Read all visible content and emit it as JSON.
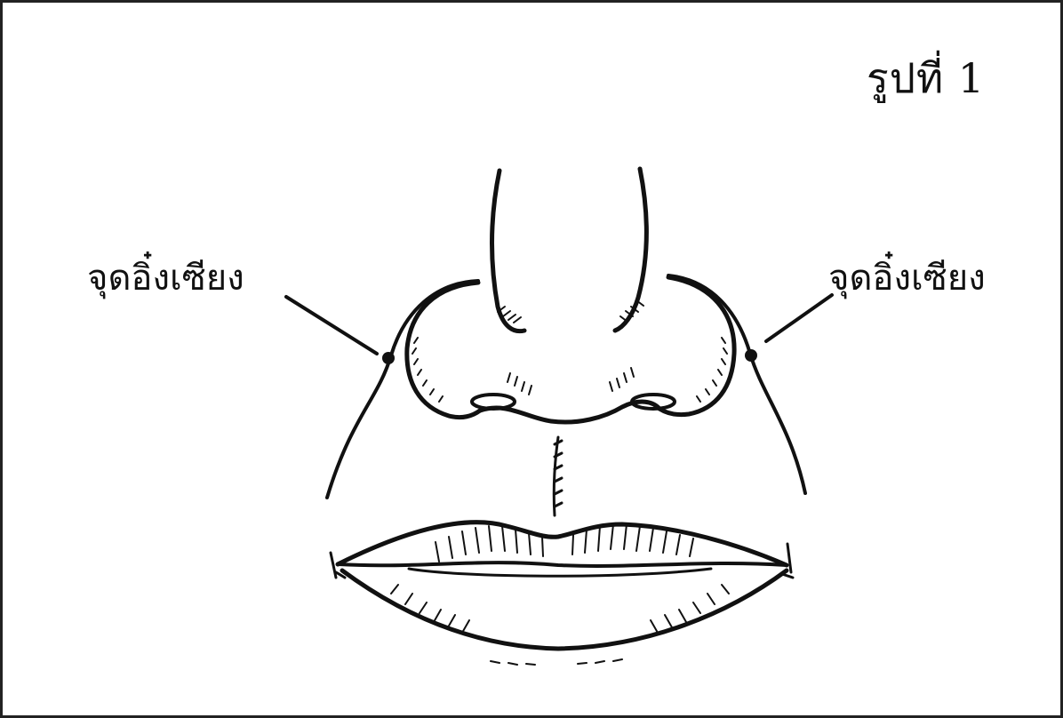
{
  "figure": {
    "title": "รูปที่ 1",
    "labels": {
      "left": "จุดอิ๋งเซียง",
      "right": "จุดอิ๋งเซียง"
    }
  },
  "colors": {
    "ink": "#111111",
    "paper": "#ffffff"
  }
}
